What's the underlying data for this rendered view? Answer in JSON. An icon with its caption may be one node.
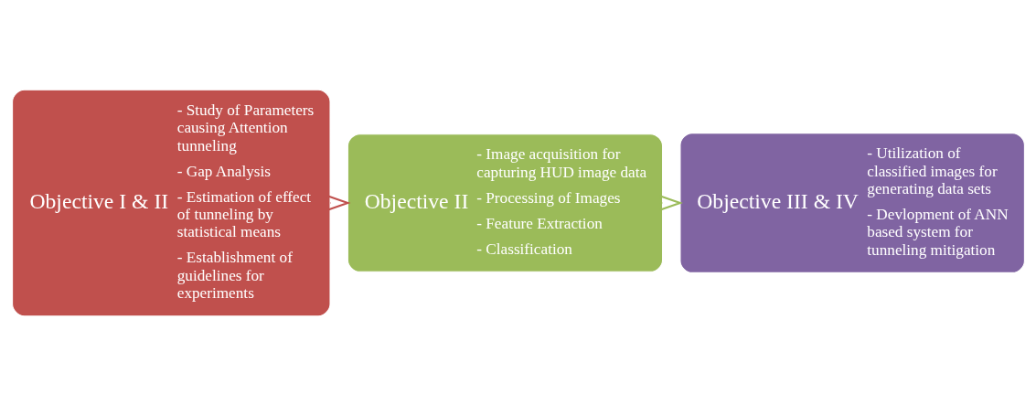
{
  "diagram": {
    "nodes": [
      {
        "text": [
          "Objective I & II",
          "- Study of Parameters causing Attention tunneling",
          "- Gap Analysis",
          "- Estimation of effect of tunneling by statistical means",
          "- Establishment of guidelines for experiments"
        ]
      },
      {
        "text": [
          "Objective II",
          "- Image acquisition for capturing HUD image data",
          "- Processing of Images",
          "- Feature Extraction",
          "- Classification"
        ]
      },
      {
        "text": [
          "Objective III & IV",
          "- Utilization of classified images for generating data sets",
          "- Devlopment of ANN based system for tunneling mitigation"
        ]
      }
    ],
    "edges": [
      {
        "from": 0,
        "to": 1,
        "arrow": "to",
        "color": "#c0504d"
      },
      {
        "from": 1,
        "to": 2,
        "arrow": "to",
        "color": "#9bbb59"
      }
    ]
  }
}
